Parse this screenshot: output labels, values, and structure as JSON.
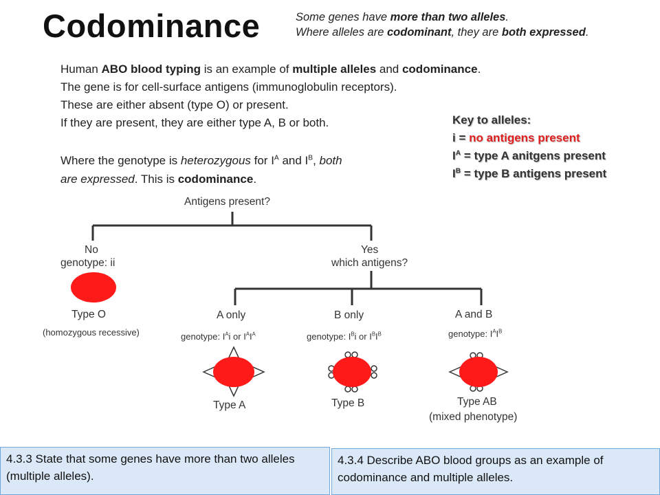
{
  "title": "Codominance",
  "intro": {
    "line1_pre": "Some genes have ",
    "line1_bold": "more than two alleles",
    "line1_post": ".",
    "line2_pre": "Where alleles are ",
    "line2_bold1": "codominant",
    "line2_mid": ", they are ",
    "line2_bold2": "both expressed",
    "line2_post": "."
  },
  "para": {
    "l1_pre": "Human ",
    "l1_b1": "ABO blood typing",
    "l1_mid": " is an example of ",
    "l1_b2": "multiple alleles",
    "l1_and": " and ",
    "l1_b3": "codominance",
    "l1_post": ".",
    "l2": "The gene is for cell-surface antigens (immunoglobulin receptors).",
    "l3": "These are either absent (type O) or present.",
    "l4": "If they are present, they are either type A, B or both.",
    "l5_pre": "Where the genotype is ",
    "l5_it": "heterozygous",
    "l5_for": " for I",
    "l5_supA": "A",
    "l5_and": " and I",
    "l5_supB": "B",
    "l5_comma": ", ",
    "l5_it2": "both",
    "l6_it": "are expressed",
    "l6_mid": ". This is ",
    "l6_b": "codominance",
    "l6_post": "."
  },
  "key": {
    "heading": "Key to alleles:",
    "i_sym": "i",
    "i_eq": " = ",
    "i_text": "no antigens present",
    "a_sym": "I",
    "a_sup": "A",
    "a_text": " = type A anitgens present",
    "b_sym": "I",
    "b_sup": "B",
    "b_text": " = type B antigens present"
  },
  "tree": {
    "root": "Antigens present?",
    "no": "No",
    "no_genotype": "genotype: ii",
    "type_o": "Type O",
    "type_o_note": "(homozygous recessive)",
    "yes": "Yes",
    "which": "which antigens?",
    "a_only": "A only",
    "a_geno_pre": "genotype: I",
    "a_geno_s1": "A",
    "a_geno_mid": "i or I",
    "a_geno_s2": "A",
    "a_geno_mid2": "I",
    "a_geno_s3": "A",
    "b_only": "B only",
    "b_geno_pre": "genotype: I",
    "b_geno_s1": "B",
    "b_geno_mid": "i or I",
    "b_geno_s2": "B",
    "b_geno_mid2": "I",
    "b_geno_s3": "B",
    "ab": "A and B",
    "ab_geno_pre": "genotype: I",
    "ab_geno_s1": "A",
    "ab_geno_mid": "I",
    "ab_geno_s2": "B",
    "type_a": "Type A",
    "type_b": "Type B",
    "type_ab": "Type AB",
    "type_ab_note": "(mixed phenotype)"
  },
  "objectives": {
    "left": "4.3.3 State that some genes have more than two alleles (multiple alleles).",
    "right": "4.3.4 Describe ABO blood groups as an example of codominance and multiple alleles."
  },
  "colors": {
    "red": "#e02020",
    "purple": "#7030a0",
    "blue": "#1a4fd0",
    "box_fill": "#dbe8f7",
    "box_border": "#6fa8dc"
  }
}
